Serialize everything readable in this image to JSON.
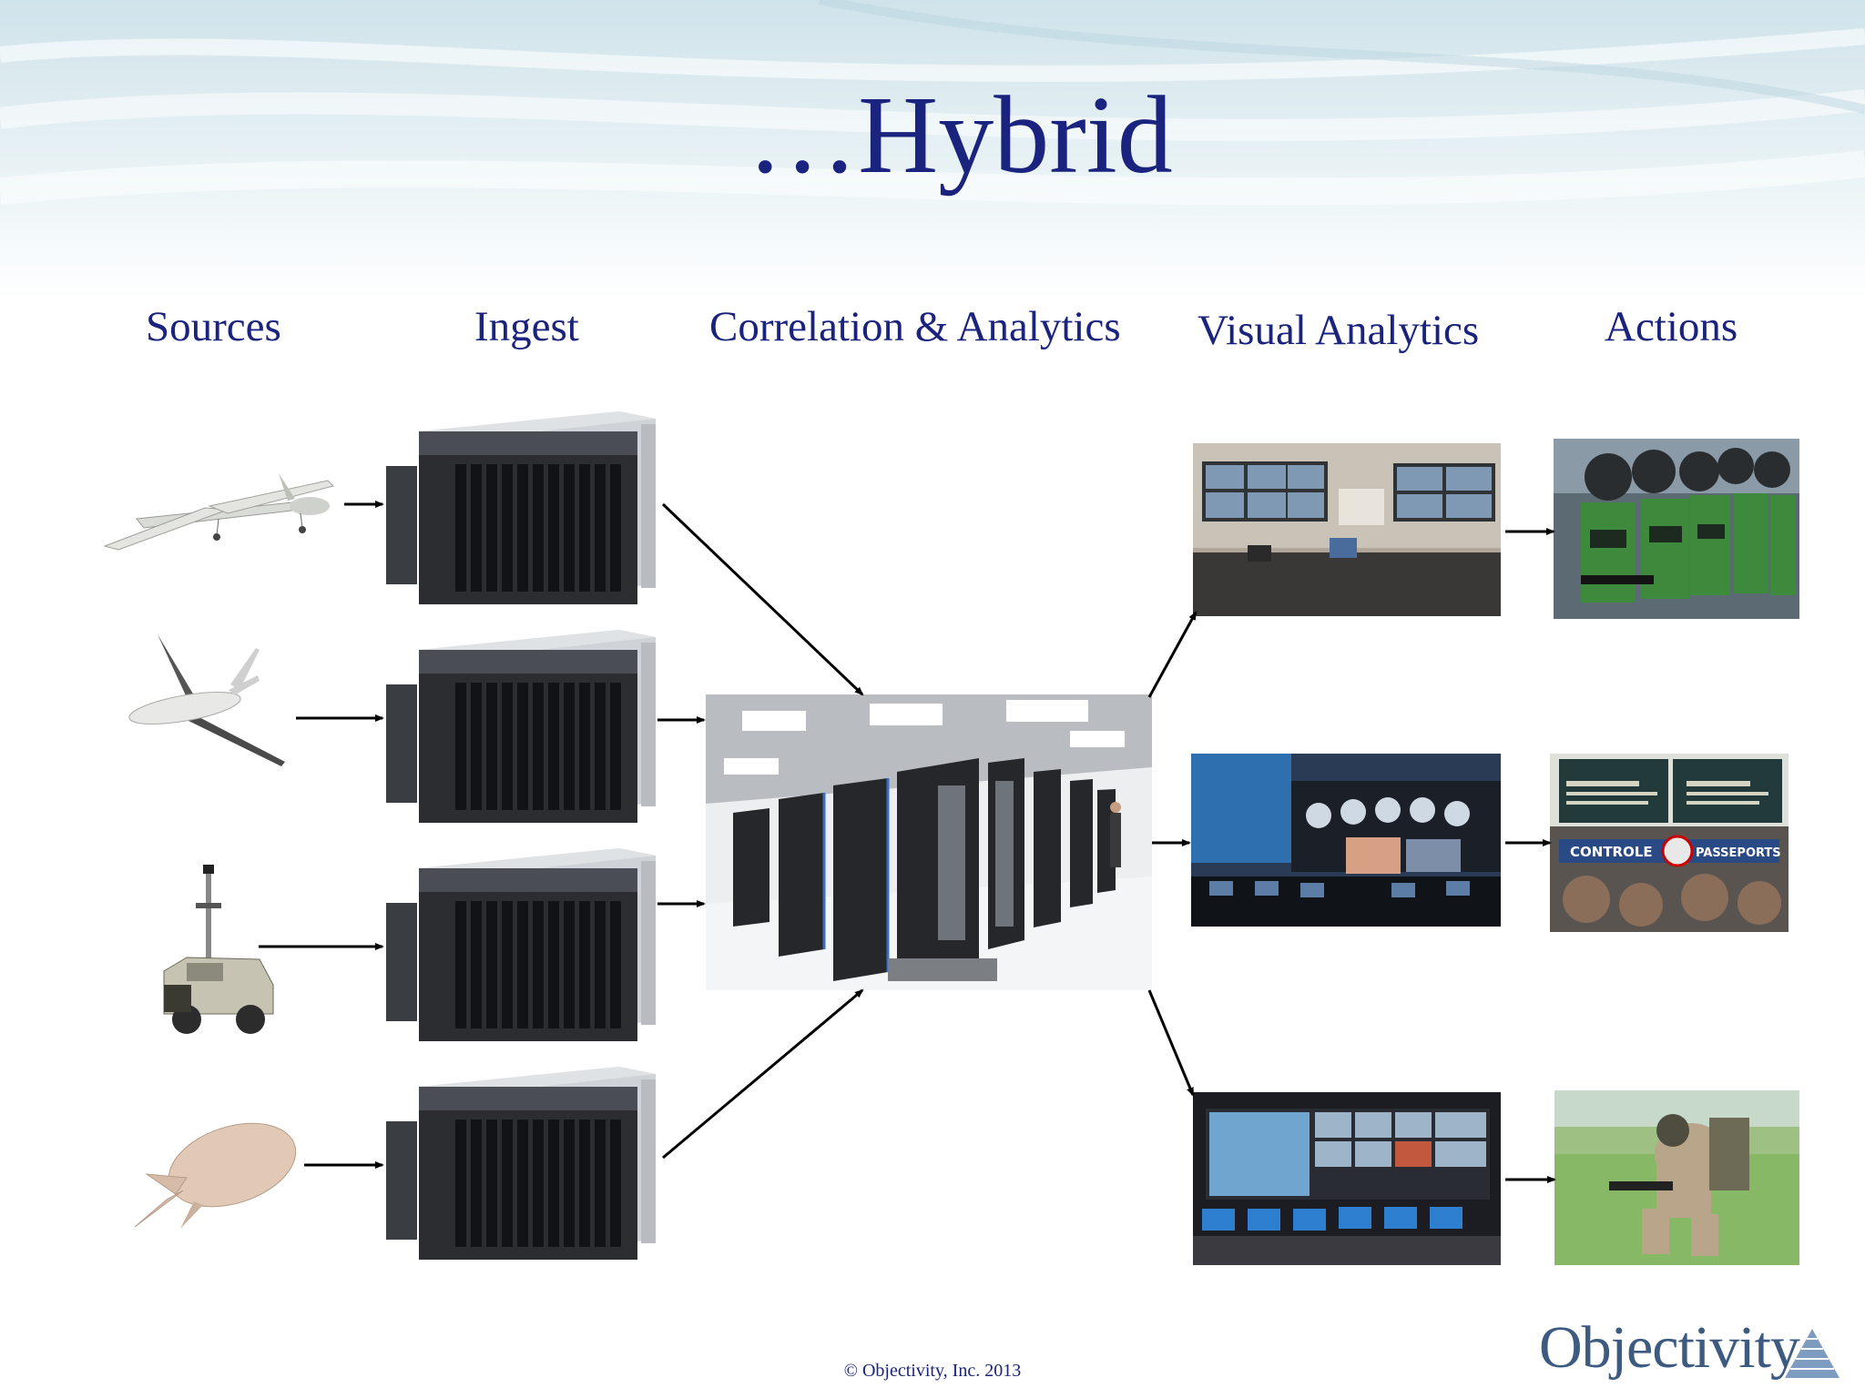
{
  "slide": {
    "title": "…Hybrid",
    "footer": "© Objectivity, Inc. 2013",
    "logo_text": "Objectivity"
  },
  "columns": {
    "sources": "Sources",
    "ingest": "Ingest",
    "correlation": "Correlation & Analytics",
    "visual": "Visual Analytics",
    "actions": "Actions"
  },
  "colors": {
    "title": "#1a237e",
    "logo": "#3d5a80",
    "arrow": "#000000"
  },
  "icons": {
    "sources": [
      "predator-drone-icon",
      "global-hawk-drone-icon",
      "sensor-vehicle-icon",
      "aerostat-blimp-icon"
    ],
    "ingest": [
      "blade-server-icon",
      "blade-server-icon",
      "blade-server-icon",
      "blade-server-icon"
    ],
    "correlation": "supercomputer-datacenter-icon",
    "visual": [
      "control-room-icon",
      "operations-center-icon",
      "command-center-icon"
    ],
    "actions": [
      "riot-police-icon",
      "passport-control-icon",
      "soldier-field-icon"
    ]
  }
}
